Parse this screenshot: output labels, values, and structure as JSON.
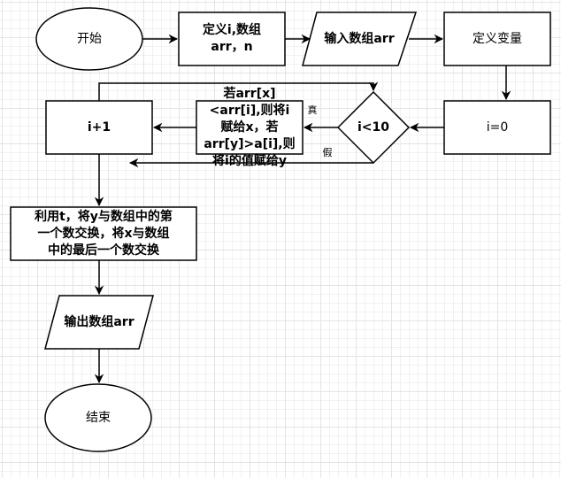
{
  "nodes": {
    "start": "开始",
    "define_arr": "定义i,数组\narr，n",
    "input_arr": "输入数组arr",
    "define_vars": "定义变量",
    "init_i": "i=0",
    "condition": "i<10",
    "compare": "若arr[x]\n<arr[i],则将i\n赋给x，若\narr[y]>a[i],则\n将i的值赋给y",
    "increment": "i+1",
    "swap": "利用t，将y与数组中的第\n一个数交换，将x与数组\n中的最后一个数交换",
    "output_arr": "输出数组arr",
    "end": "结束"
  },
  "edges": {
    "true_label": "真",
    "false_label": "假"
  }
}
